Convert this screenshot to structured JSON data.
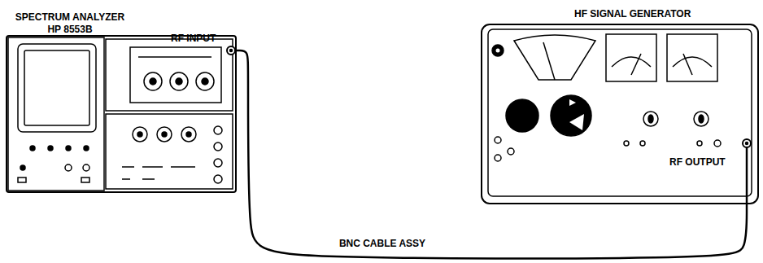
{
  "diagram": {
    "nodes": [
      {
        "text": [
          "SPECTRUM ANALYZER HP 8553B",
          "RF INPUT"
        ]
      },
      {
        "text": [
          "HF SIGNAL GENERATOR",
          "RF OUTPUT"
        ]
      }
    ],
    "edges": [
      {
        "from": 0,
        "to": 1,
        "label": "BNC CABLE ASSY",
        "arrow": "none"
      }
    ]
  }
}
